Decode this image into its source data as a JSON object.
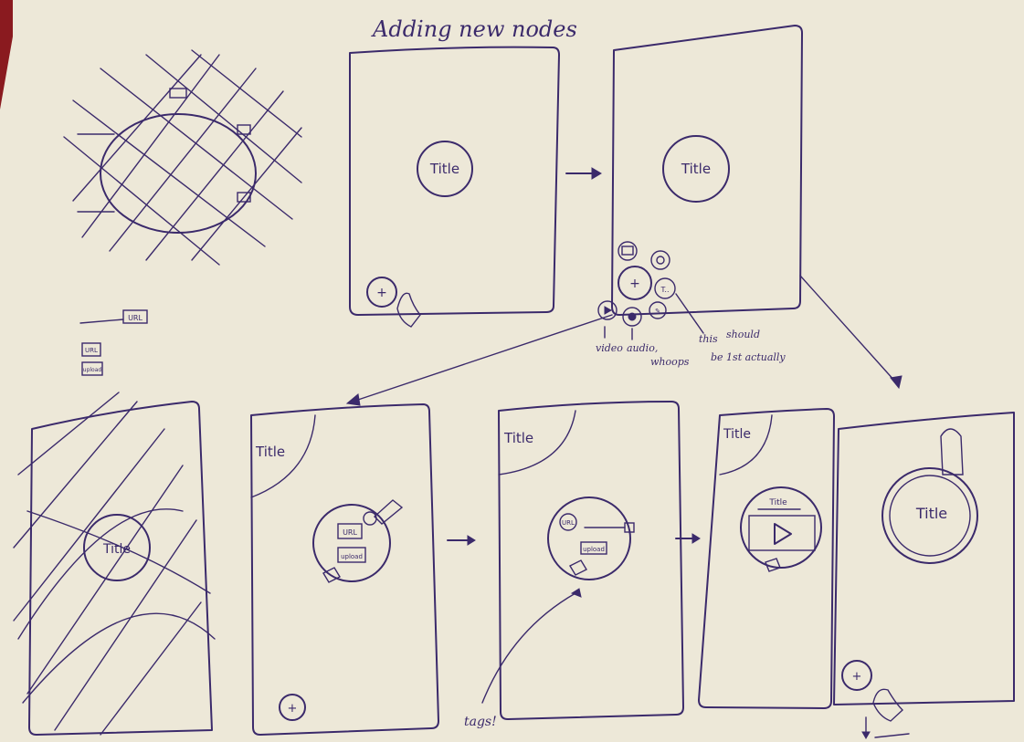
{
  "page": {
    "heading": "Adding new nodes"
  },
  "top_frames": {
    "frame1": {
      "title": "Title",
      "plus": "+"
    },
    "frame2": {
      "title": "Title",
      "plus": "+",
      "text_btn": "T..",
      "annotations": {
        "video": "video",
        "audio": "audio,",
        "whoops": "whoops",
        "note_line1": "this",
        "note_line2": "should",
        "note_line3": "be 1st actually"
      }
    }
  },
  "margin_ui": {
    "url_bar_label": "URL",
    "url_btn": "URL",
    "upload_btn": "upload"
  },
  "bottom_frames": {
    "crossed": {
      "title": "Title"
    },
    "upload_choice": {
      "title": "Title",
      "url_btn": "URL",
      "upload_btn": "upload",
      "plus": "+"
    },
    "url_entry": {
      "title": "Title",
      "url_btn": "URL",
      "upload_btn": "upload",
      "tags_note": "tags!"
    },
    "video_node": {
      "title": "Title",
      "inner_title": "Title"
    },
    "zoomed": {
      "title": "Title",
      "plus": "+"
    }
  },
  "colors": {
    "paper": "#ede8d8",
    "ink": "#3b2a6b",
    "red_backdrop": "#8a1a1f"
  }
}
